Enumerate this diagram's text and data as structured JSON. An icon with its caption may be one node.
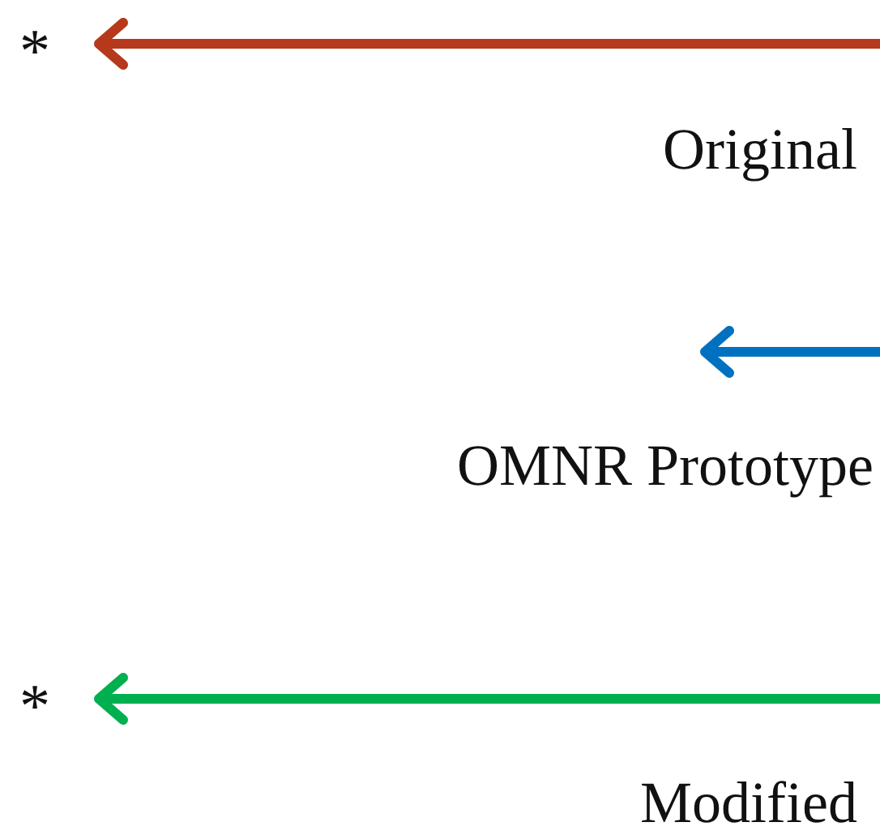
{
  "diagram": {
    "nodes": [
      {
        "text": [
          "*"
        ]
      },
      {
        "text": [
          "*"
        ]
      }
    ],
    "edges": [
      {
        "from": null,
        "to": 0,
        "arrow": "to",
        "color": "#b5391a"
      },
      {
        "from": null,
        "to": 1,
        "arrow": "to",
        "color": "#00b050"
      }
    ],
    "labels": [
      "Original",
      "OMNR Prototype",
      "Modified"
    ]
  }
}
